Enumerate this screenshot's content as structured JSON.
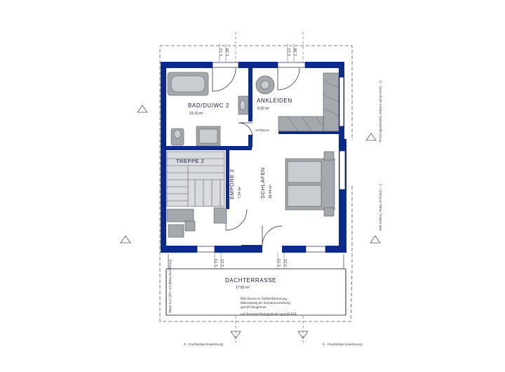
{
  "rooms": {
    "bad": {
      "name": "BAD/DU/WC 2",
      "area": "10.15 m²"
    },
    "ankleiden": {
      "name": "ANKLEIDEN",
      "area": "8.22 m²"
    },
    "treppe": {
      "name": "TREPPE 2"
    },
    "empore": {
      "name": "EMPORE 2",
      "area": "7.24 m²"
    },
    "schlafen": {
      "name": "SCHLAFEN",
      "area": "18.44 m²"
    },
    "dachterrasse": {
      "name": "DACHTERRASSE",
      "area": "17.83 m²"
    }
  },
  "dims": {
    "top_left_a": "1.12",
    "top_left_b": "1.38",
    "top_right_a": "1.12",
    "top_right_b": "1.38",
    "bottom_left_a": "1.73",
    "bottom_left_b": "2.21",
    "bottom_right_a": "1.73",
    "bottom_right_b": "2.21"
  },
  "notes": {
    "sichtbar": "sichtbarer",
    "right_upper": "Q – Querschnitt sichtbar Geländer/Brüstung",
    "right_lower": "C – Lichtraum Höhe / Galerie bzw.",
    "terrace_left": "Wand h=1.00m mit Attika Ausführung",
    "terrace_l1": "BSH-Decke im Gefälle/Dämmung",
    "terrace_l2": "Balkonbelag als Sonderausstattung",
    "terrace_l3": "gemäß Baugrenze",
    "terrace_l4": "mit Standard-Stahlgeländer gemäß BLB",
    "ext_left": "A – traufseitige Erweiterung",
    "ext_right": "A – traufseitige Erweiterung"
  },
  "colors": {
    "wall": "#0b2a8f",
    "furniture": "#9aa0a6",
    "line": "#1a1a40"
  }
}
